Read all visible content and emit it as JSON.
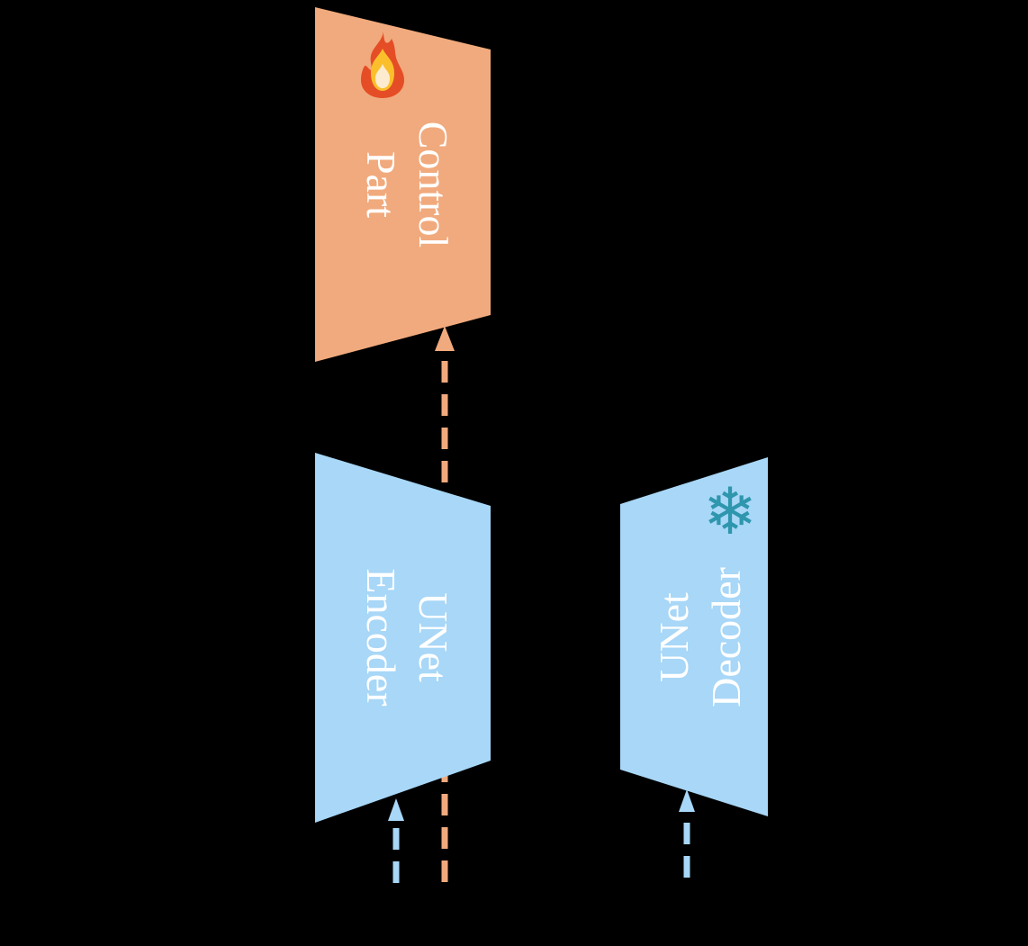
{
  "figure": {
    "background_color": "#000000",
    "label_color": "#ffffff",
    "blocks": {
      "control_part": {
        "label": "Control\nPart",
        "fill": "#F1AA7D",
        "icon": "flame-icon"
      },
      "unet_encoder": {
        "label": "UNet\nEncoder",
        "fill": "#A8D7F7"
      },
      "unet_decoder": {
        "label": "UNet\nDecoder",
        "fill": "#A8D7F7",
        "icon": "snowflake-icon"
      }
    },
    "arrows": {
      "control_input": {
        "color": "#F1AA7D",
        "style": "dashed"
      },
      "encoder_input": {
        "color": "#A8D7F7",
        "style": "dashed"
      },
      "decoder_input": {
        "color": "#A8D7F7",
        "style": "dashed"
      }
    },
    "icons": {
      "flame": {
        "outer_color": "#E44D26",
        "inner_color": "#FBBF2C",
        "core_color": "#FDEBD0"
      },
      "snowflake": {
        "glyph": "❄",
        "color": "#2E96AD"
      }
    }
  }
}
